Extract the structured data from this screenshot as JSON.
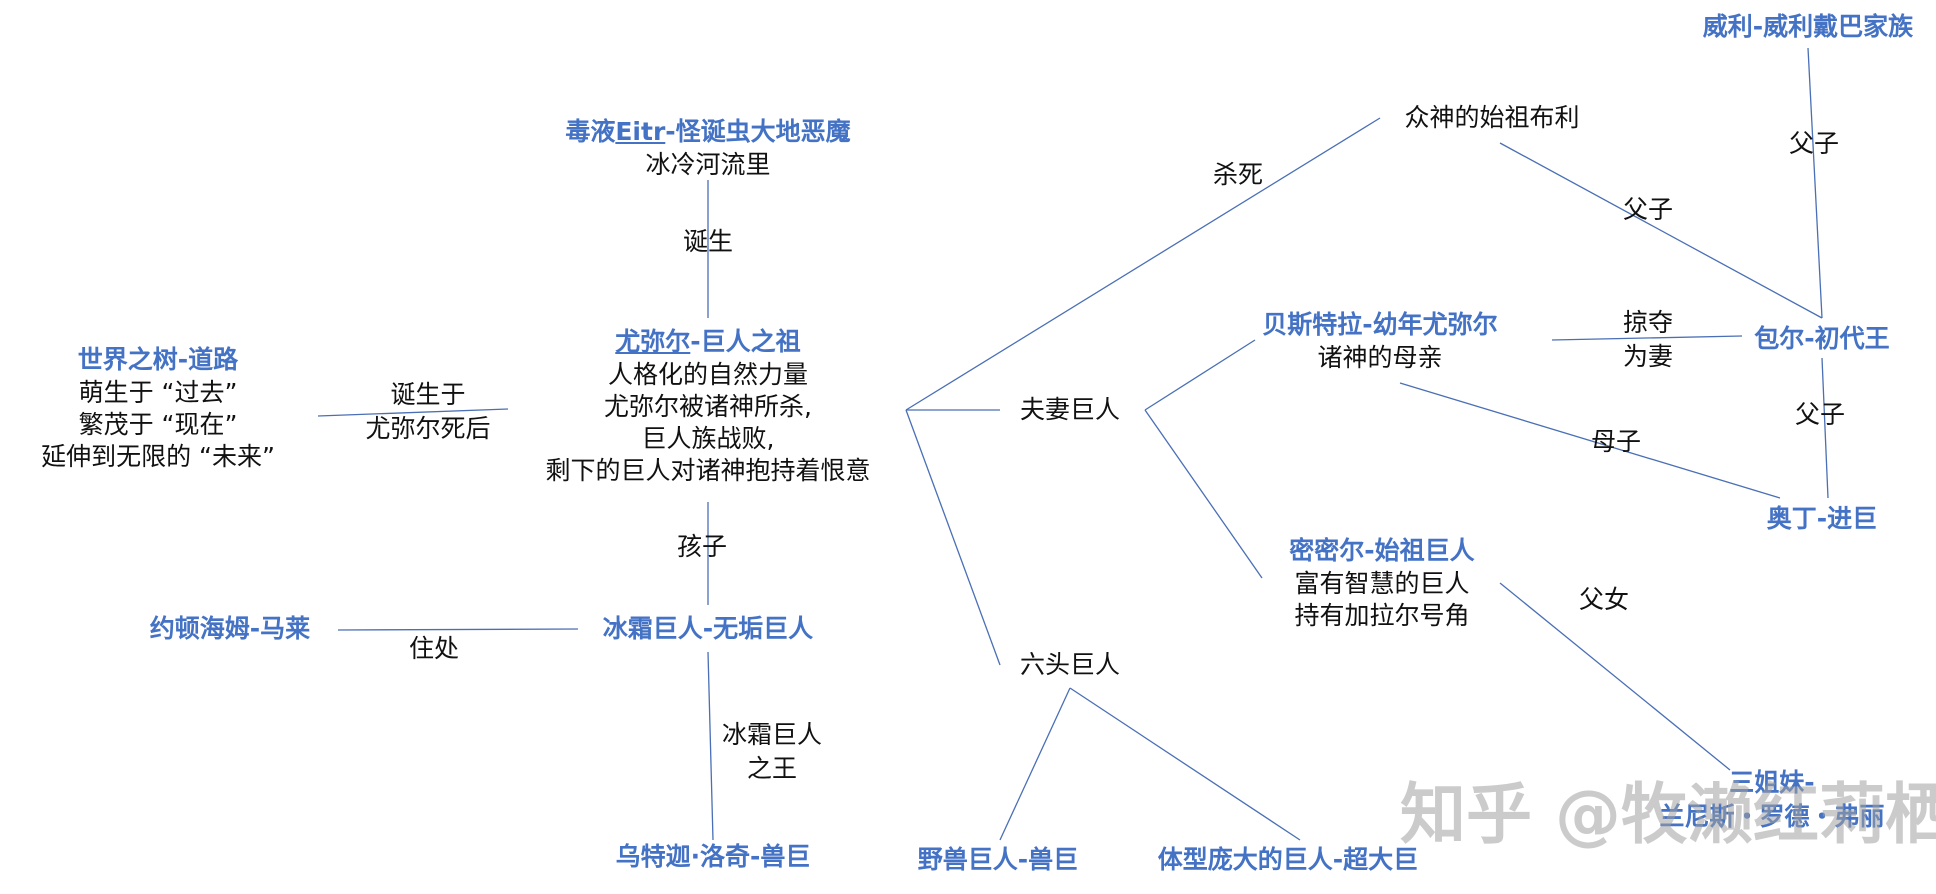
{
  "colors": {
    "title": "#4472c4",
    "text": "#111111",
    "line": "#4a6fb5",
    "watermark": "#a0a0a0"
  },
  "nodes": {
    "eitr": {
      "title_pre": "毒液",
      "title_u": "Eitr",
      "title_post": "-怪诞虫大地恶魔",
      "lines": [
        "冰冷河流里"
      ]
    },
    "ymir": {
      "title_u": "尤弥尔",
      "title_post": "-巨人之祖",
      "lines": [
        "人格化的自然力量",
        "尤弥尔被诸神所杀,",
        "巨人族战败,",
        "剩下的巨人对诸神抱持着恨意"
      ]
    },
    "yggdrasil": {
      "title": "世界之树-道路",
      "lines": [
        "萌生于 “过去”",
        "繁茂于 “现在”",
        "延伸到无限的 “未来”"
      ]
    },
    "jotunheim": {
      "title": "约顿海姆-马莱"
    },
    "frost_giants": {
      "title": "冰霜巨人-无垢巨人"
    },
    "utgard_loki": {
      "title": "乌特迦·洛奇-兽巨"
    },
    "buri": {
      "text": "众神的始祖布利"
    },
    "couple_giants": {
      "text": "夫妻巨人"
    },
    "six_head": {
      "text": "六头巨人"
    },
    "bestla": {
      "title": "贝斯特拉-幼年尤弥尔",
      "lines": [
        "诸神的母亲"
      ]
    },
    "mimir": {
      "title": "密密尔-始祖巨人",
      "lines": [
        "富有智慧的巨人",
        "持有加拉尔号角"
      ]
    },
    "borr": {
      "title": "包尔-初代王"
    },
    "odin": {
      "title": "奥丁-进巨"
    },
    "vili": {
      "title": "威利-威利戴巴家族"
    },
    "three_sisters": {
      "title_lines": [
        "三姐妹-",
        "兰尼斯・罗德・弗丽"
      ]
    },
    "beast_giant": {
      "title": "野兽巨人-兽巨"
    },
    "huge_giant": {
      "title": "体型庞大的巨人-超大巨"
    }
  },
  "edges": {
    "eitr_ymir": "诞生",
    "tree_ymir": [
      "诞生于",
      "尤弥尔死后"
    ],
    "ymir_frost": "孩子",
    "jotun_frost": "住处",
    "frost_utgard": [
      "冰霜巨人",
      "之王"
    ],
    "ymir_buri": "杀死",
    "buri_borr": "父子",
    "vili_borr": "父子",
    "bestla_borr": [
      "掠夺",
      "为妻"
    ],
    "borr_odin": "父子",
    "bestla_odin": "母子",
    "mimir_sisters": "父女"
  },
  "watermark": "知乎 @牧濑红莉栖"
}
